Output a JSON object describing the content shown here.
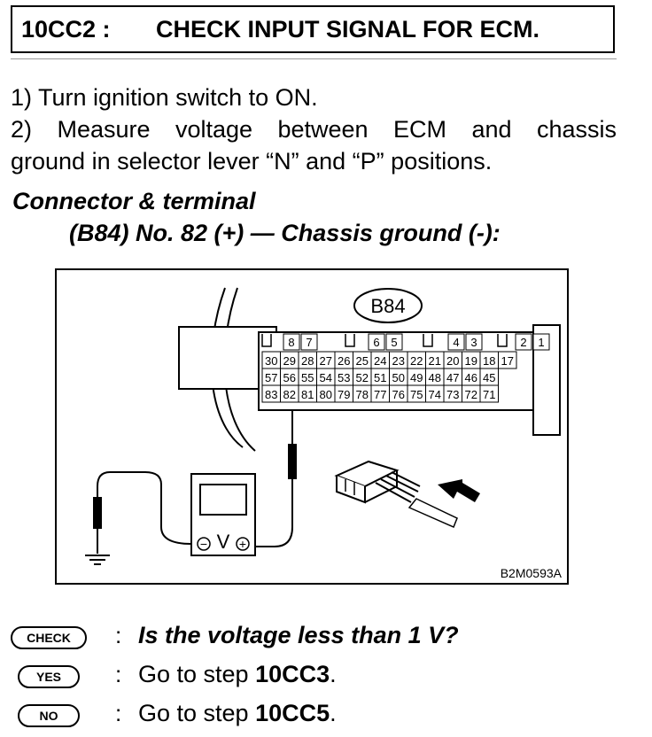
{
  "step": {
    "code": "10CC2 :",
    "title": "CHECK INPUT SIGNAL FOR ECM."
  },
  "instructions": [
    {
      "text": "1) Turn ignition switch to ON."
    },
    {
      "text": "2) Measure voltage between ECM and chassis"
    },
    {
      "text": "ground in selector lever “N” and “P” positions."
    }
  ],
  "connector_heading": "Connector & terminal",
  "terminal_spec": "(B84) No. 82 (+) — Chassis ground (-):",
  "diagram": {
    "connector_label": "B84",
    "top_row": [
      "8",
      "7",
      "6",
      "5",
      "4",
      "3",
      "2",
      "1"
    ],
    "row1": [
      "30",
      "29",
      "28",
      "27",
      "26",
      "25",
      "24",
      "23",
      "22",
      "21",
      "20",
      "19",
      "18",
      "17"
    ],
    "row2": [
      "57",
      "56",
      "55",
      "54",
      "53",
      "52",
      "51",
      "50",
      "49",
      "48",
      "47",
      "46",
      "45"
    ],
    "row3": [
      "83",
      "82",
      "81",
      "80",
      "79",
      "78",
      "77",
      "76",
      "75",
      "74",
      "73",
      "72",
      "71"
    ],
    "meter_symbol": "V",
    "minus_symbol": "−",
    "plus_symbol": "+",
    "figure_id": "B2M0593A"
  },
  "check": {
    "badge": "CHECK",
    "sep": ":",
    "question": "Is the voltage less than 1 V?"
  },
  "yes": {
    "badge": "YES",
    "sep": ":",
    "prefix": "Go to step ",
    "target": "10CC3",
    "suffix": "."
  },
  "no": {
    "badge": "NO",
    "sep": ":",
    "prefix": "Go to step ",
    "target": "10CC5",
    "suffix": "."
  }
}
